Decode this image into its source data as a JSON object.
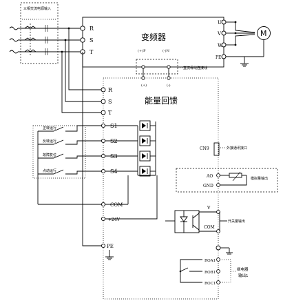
{
  "inverter": {
    "title": "变频器",
    "terminals": [
      "R",
      "S",
      "T"
    ],
    "outputs": [
      "U",
      "V",
      "W"
    ],
    "pe": "PE",
    "dc_plus": "(+)P",
    "dc_minus": "(-)N"
  },
  "motor": {
    "label": "M"
  },
  "dc_bus_note": "直流母线连接线",
  "input_note": "三相交流电源输入",
  "feedback": {
    "title": "能量回馈",
    "terminals": [
      "R",
      "S",
      "T"
    ],
    "dc_plus": "(+)",
    "dc_minus": "(-)",
    "inputs": [
      "S1",
      "S2",
      "S3",
      "S4"
    ],
    "input_labels": [
      "正转运行",
      "反转运行",
      "故障复位",
      "点动运行"
    ],
    "com": "COM",
    "v24": "+24V",
    "pe": "PE",
    "cn9": "CN9",
    "cn9_note": "外接通讯接口",
    "ao": "AO",
    "gnd": "GND",
    "ao_note": "模拟量输出",
    "v": "V",
    "com2": "COM",
    "opto_note": "开关量输出",
    "relays": [
      "ROA1",
      "ROB1",
      "ROC1"
    ],
    "relay_note_1": "继电器",
    "relay_note_2": "输出1"
  }
}
